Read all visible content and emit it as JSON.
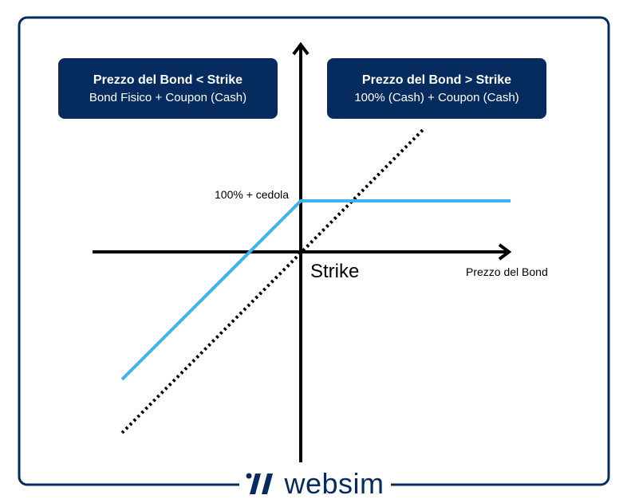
{
  "left_box": {
    "title": "Prezzo del Bond < Strike",
    "subtitle": "Bond Fisico + Coupon (Cash)"
  },
  "right_box": {
    "title": "Prezzo del Bond > Strike",
    "subtitle": "100% (Cash) + Coupon (Cash)"
  },
  "labels": {
    "cap": "100% + cedola",
    "strike": "Strike",
    "x_axis": "Prezzo del Bond"
  },
  "logo": {
    "text": "websim"
  },
  "colors": {
    "navy": "#062c5f",
    "payoff": "#3ab4f2"
  }
}
